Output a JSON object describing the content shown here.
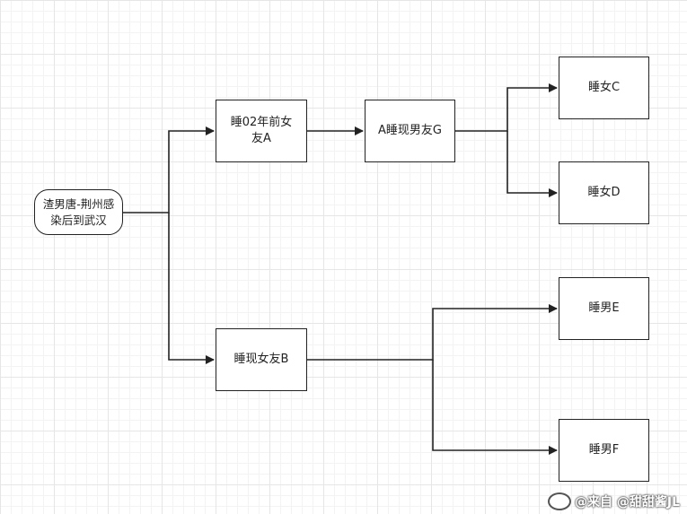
{
  "diagram": {
    "root": "渣男唐-荆州感染后到武汉",
    "node_a": "睡02年前女友A",
    "node_g": "A睡现男友G",
    "node_c": "睡女C",
    "node_d": "睡女D",
    "node_b": "睡现女友B",
    "node_e": "睡男E",
    "node_f": "睡男F"
  },
  "watermark": {
    "text": "@来自 @甜甜酱JL"
  }
}
